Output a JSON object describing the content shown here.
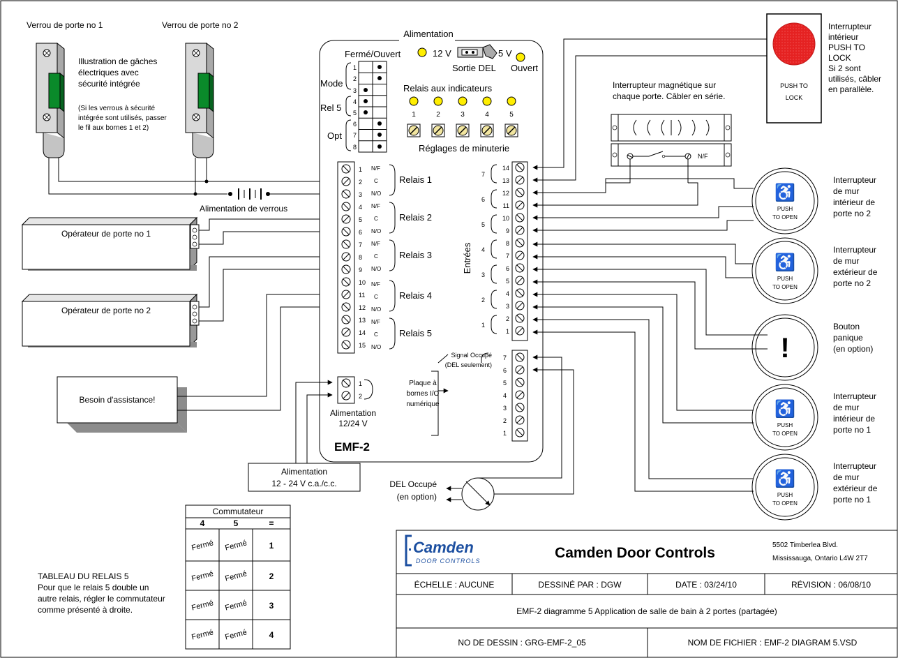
{
  "door_locks": {
    "lock1": "Verrou de porte no 1",
    "lock2": "Verrou de porte no 2",
    "illustration": [
      "Illustration de gâches",
      "électriques avec",
      "sécurité intégrée"
    ],
    "note": [
      "(Si les verrous à sécurité",
      "intégrée sont utilisés, passer",
      "le fil aux bornes 1 et 2)"
    ],
    "lock_power": "Alimentation de verrous"
  },
  "operators": {
    "op1": "Opérateur de porte no 1",
    "op2": "Opérateur de porte no 2",
    "assist": "Besoin d'assistance!"
  },
  "emf": {
    "power_top": "Alimentation",
    "v12": "12 V",
    "v5": "5 V",
    "led_out": "Sortie DEL",
    "open": "Ouvert",
    "closed_open": "Fermé/Ouvert",
    "mode": "Mode",
    "rel5": "Rel 5",
    "opt": "Opt",
    "dip_numbers": [
      "1",
      "2",
      "3",
      "4",
      "5",
      "6",
      "7",
      "8"
    ],
    "indicator_relays": "Relais aux indicateurs",
    "indicator_numbers": [
      "1",
      "2",
      "3",
      "4",
      "5"
    ],
    "timer_settings": "Réglages de minuterie",
    "relays": [
      "Relais 1",
      "Relais 2",
      "Relais 3",
      "Relais 4",
      "Relais 5"
    ],
    "relay_contacts": [
      "N/F",
      "C",
      "N/O"
    ],
    "term_numbers": [
      "1",
      "2",
      "3",
      "4",
      "5",
      "6",
      "7",
      "8",
      "9",
      "10",
      "11",
      "12",
      "13",
      "14",
      "15"
    ],
    "inputs_label": "Entrées",
    "input_terms": [
      "14",
      "13",
      "12",
      "11",
      "10",
      "9",
      "8",
      "7",
      "6",
      "5",
      "4",
      "3",
      "2",
      "1"
    ],
    "input_groups": [
      "7",
      "6",
      "5",
      "4",
      "3",
      "2",
      "1"
    ],
    "signal_busy": [
      "Signal Occupé",
      "(DEL seulement)"
    ],
    "io_terms": [
      "7",
      "6",
      "5",
      "4",
      "3",
      "2",
      "1"
    ],
    "io_plate": [
      "Plaque à",
      "bornes I/O",
      "numérique"
    ],
    "power_terms": [
      "1",
      "2"
    ],
    "power_label": [
      "Alimentation",
      "12/24 V"
    ],
    "model": "EMF-2"
  },
  "power_supply": [
    "Alimentation",
    "12 - 24 V c.a./c.c."
  ],
  "busy_led": [
    "DEL Occupé",
    "(en option)"
  ],
  "magnetic": {
    "label": [
      "Interrupteur magnétique sur",
      "chaque porte. Câbler en série."
    ],
    "nf": "N/F"
  },
  "push_lock": {
    "button": [
      "PUSH TO",
      "LOCK"
    ],
    "label": [
      "Interrupteur",
      "intérieur",
      "PUSH TO",
      "LOCK",
      "Si 2 sont",
      "utilisés, câbler",
      "en parallèle."
    ]
  },
  "push_open": [
    "PUSH",
    "TO OPEN"
  ],
  "switches": [
    [
      "Interrupteur",
      "de mur",
      "intérieur de",
      "porte no 2"
    ],
    [
      "Interrupteur",
      "de mur",
      "extérieur de",
      "porte no 2"
    ],
    [
      "Bouton",
      "panique",
      "(en option)"
    ],
    [
      "Interrupteur",
      "de mur",
      "intérieur de",
      "porte no 1"
    ],
    [
      "Interrupteur",
      "de mur",
      "extérieur de",
      "porte no 1"
    ]
  ],
  "commutator": {
    "title": "Commutateur",
    "headers": [
      "4",
      "5",
      "="
    ],
    "rows": [
      [
        "Fermé",
        "Fermé",
        "1"
      ],
      [
        "Fermé",
        "Fermé",
        "2"
      ],
      [
        "Fermé",
        "Fermé",
        "3"
      ],
      [
        "Fermé",
        "Fermé",
        "4"
      ]
    ]
  },
  "relay_table": {
    "title": "TABLEAU DU RELAIS 5",
    "lines": [
      "Pour que le relais 5 double un",
      "autre relais, régler le commutateur",
      "comme présenté à droite."
    ]
  },
  "title_block": {
    "logo_main": "Camden",
    "logo_sub": "DOOR CONTROLS",
    "company": "Camden Door Controls",
    "address": [
      "5502 Timberlea Blvd.",
      "Mississauga, Ontario L4W 2T7"
    ],
    "scale": "ÉCHELLE : AUCUNE",
    "drawn_by": "DESSINÉ PAR : DGW",
    "date": "DATE : 03/24/10",
    "revision": "RÉVISION : 06/08/10",
    "description": "EMF-2 diagramme 5 Application de salle de bain à 2 portes (partagée)",
    "drawing_no": "NO DE DESSIN : GRG-EMF-2_05",
    "file_name": "NOM DE FICHIER : EMF-2 DIAGRAM 5.VSD"
  },
  "colors": {
    "indicator_yellow": "#ffee00",
    "lock_green": "#0a8a2a",
    "push_lock_red": "#e52222",
    "logo_blue": "#1c4fa0"
  }
}
